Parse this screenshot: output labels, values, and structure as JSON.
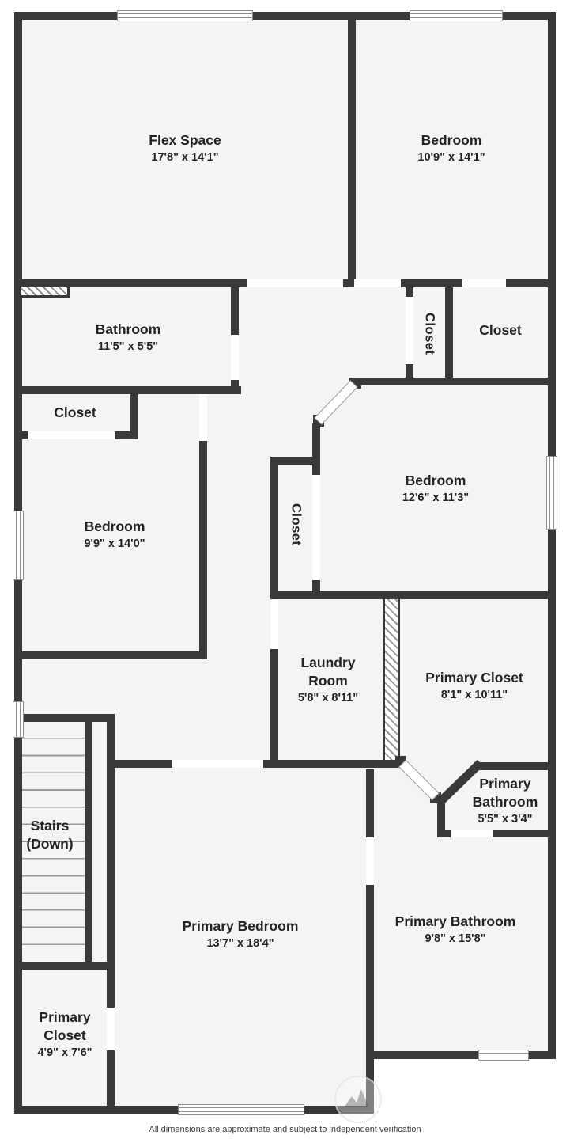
{
  "colors": {
    "wall": "#39393b",
    "floor": "#f4f4f4",
    "label": "#232323"
  },
  "rooms": {
    "flex_space": {
      "name": "Flex Space",
      "dims": "17'8\" x 14'1\""
    },
    "bedroom_top": {
      "name": "Bedroom",
      "dims": "10'9\" x 14'1\""
    },
    "bathroom": {
      "name": "Bathroom",
      "dims": "11'5\" x 5'5\""
    },
    "closet_hall": {
      "name": "Closet"
    },
    "closet_narrow": {
      "name": "Closet"
    },
    "closet_top_right": {
      "name": "Closet"
    },
    "bedroom_left": {
      "name": "Bedroom",
      "dims": "9'9\" x 14'0\""
    },
    "bedroom_middle": {
      "name": "Bedroom",
      "dims": "12'6\" x 11'3\""
    },
    "closet_middle": {
      "name": "Closet"
    },
    "laundry": {
      "name": "Laundry Room",
      "dims": "5'8\" x 8'11\""
    },
    "primary_closet_upper": {
      "name": "Primary Closet",
      "dims": "8'1\" x 10'11\""
    },
    "primary_bathroom_small": {
      "name": "Primary Bathroom",
      "dims": "5'5\" x 3'4\""
    },
    "stairs": {
      "name": "Stairs (Down)"
    },
    "primary_bedroom": {
      "name": "Primary Bedroom",
      "dims": "13'7\" x 18'4\""
    },
    "primary_bathroom": {
      "name": "Primary Bathroom",
      "dims": "9'8\" x 15'8\""
    },
    "primary_closet_lower": {
      "name": "Primary Closet",
      "dims": "4'9\" x 7'6\""
    }
  },
  "footer": {
    "disclaimer": "All dimensions are approximate and subject to independent verification"
  }
}
